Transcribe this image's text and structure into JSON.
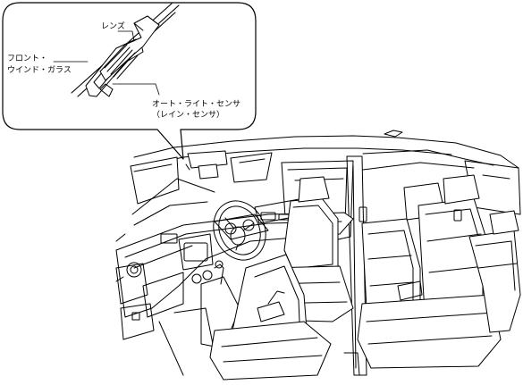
{
  "callout": {
    "lens_label": "レンズ",
    "windshield_label_line1": "フロント・",
    "windshield_label_line2": "ウインド・ガラス",
    "sensor_label": "オート・ライト・センサ",
    "sensor_sub_label": "（レイン・センサ）"
  }
}
